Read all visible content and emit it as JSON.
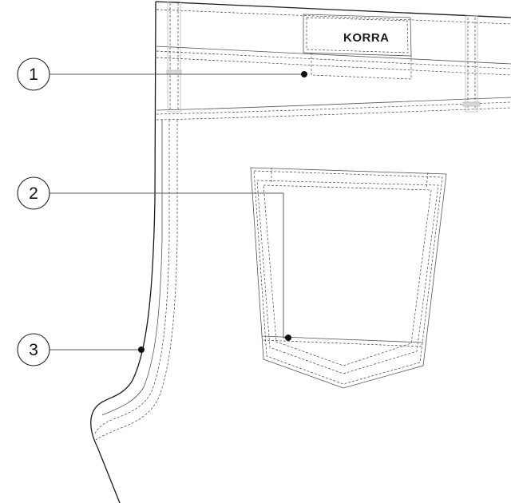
{
  "diagram": {
    "label_text": "KORRA",
    "colors": {
      "line": "#1a1a1a",
      "stitch": "#444444",
      "leader": "#555555",
      "background": "#ffffff"
    },
    "callouts": [
      {
        "number": "1"
      },
      {
        "number": "2"
      },
      {
        "number": "3"
      }
    ]
  }
}
